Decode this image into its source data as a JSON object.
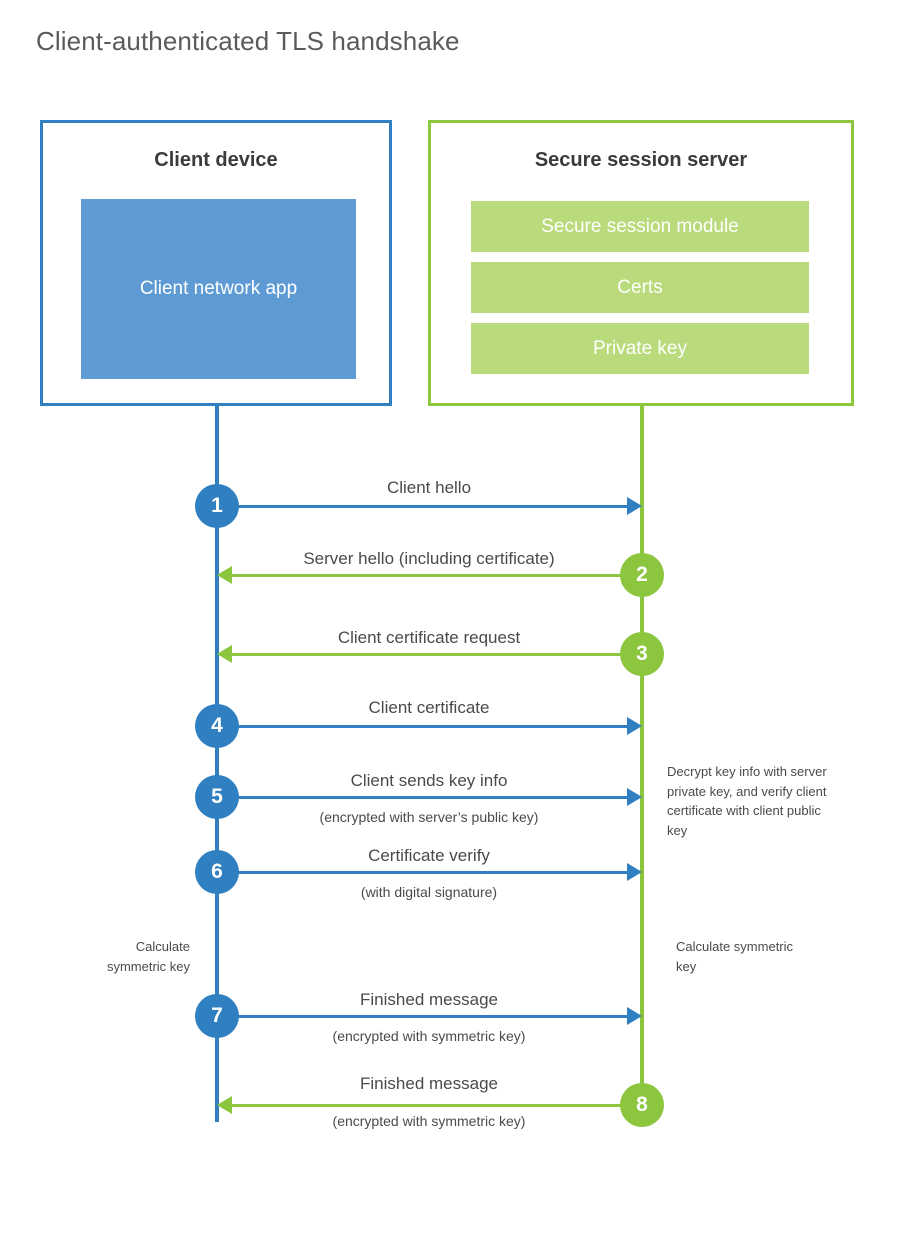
{
  "title": "Client-authenticated TLS handshake",
  "colors": {
    "client_accent": "#2f7fc1",
    "client_fill": "#5e9bd4",
    "server_accent": "#8cc63e",
    "server_fill": "#b9db7c",
    "title_text": "#5a5b5d",
    "body_text": "#4a4a4c",
    "background": "#ffffff"
  },
  "participants": {
    "client": {
      "title": "Client device",
      "component": "Client network app"
    },
    "server": {
      "title": "Secure session server",
      "components": [
        "Secure session module",
        "Certs",
        "Private key"
      ]
    }
  },
  "notes": {
    "server_decrypt": "Decrypt key info with server private key, and verify client certificate with client public key",
    "client_calculate": "Calculate symmetric key",
    "server_calculate": "Calculate symmetric key"
  },
  "steps": [
    {
      "number": "1",
      "label": "Client hello",
      "sublabel": "",
      "direction": "client-to-server",
      "origin": "client"
    },
    {
      "number": "2",
      "label": "Server hello (including certificate)",
      "sublabel": "",
      "direction": "server-to-client",
      "origin": "server"
    },
    {
      "number": "3",
      "label": "Client certificate request",
      "sublabel": "",
      "direction": "server-to-client",
      "origin": "server"
    },
    {
      "number": "4",
      "label": "Client certificate",
      "sublabel": "",
      "direction": "client-to-server",
      "origin": "client"
    },
    {
      "number": "5",
      "label": "Client sends key info",
      "sublabel": "(encrypted with server’s public key)",
      "direction": "client-to-server",
      "origin": "client"
    },
    {
      "number": "6",
      "label": "Certificate verify",
      "sublabel": "(with digital signature)",
      "direction": "client-to-server",
      "origin": "client"
    },
    {
      "number": "7",
      "label": "Finished message",
      "sublabel": "(encrypted with symmetric key)",
      "direction": "client-to-server",
      "origin": "client"
    },
    {
      "number": "8",
      "label": "Finished message",
      "sublabel": "(encrypted with symmetric key)",
      "direction": "server-to-client",
      "origin": "server"
    }
  ]
}
